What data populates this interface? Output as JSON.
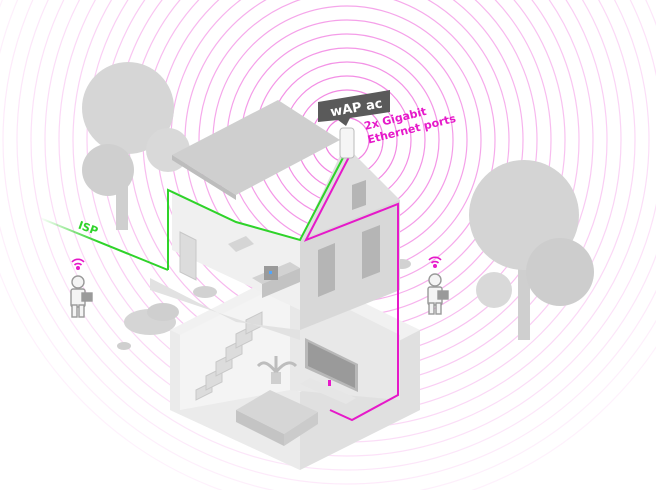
{
  "device": {
    "name": "wAP ac"
  },
  "ports": {
    "line1": "2x Gigabit",
    "line2": "Ethernet ports"
  },
  "isp": {
    "label": "ISP"
  },
  "colors": {
    "magenta": "#e619c9",
    "green": "#2fd32a",
    "wall": "#e4e4e4",
    "wall_dark": "#c9c9c9",
    "tree": "#cfcfcf",
    "tag_bg": "#5a5a5a"
  },
  "icons": [
    "wifi-icon",
    "person-icon",
    "tree-icon",
    "router-icon",
    "tv-icon",
    "sofa-icon",
    "stairs-icon",
    "plant-icon"
  ]
}
